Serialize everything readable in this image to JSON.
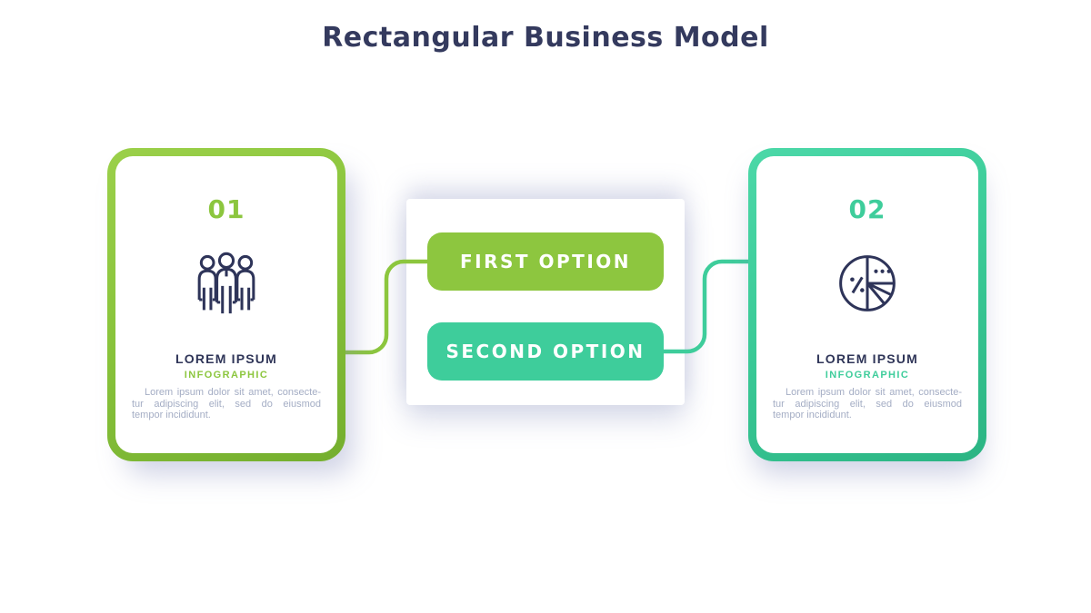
{
  "title": "Rectangular Business Model",
  "colors": {
    "green": "#8cc63e",
    "teal": "#3ecd9b",
    "navy": "#2e3459",
    "body_text": "#a4adc4"
  },
  "options": [
    {
      "label": "FIRST OPTION",
      "color": "#8dc63f"
    },
    {
      "label": "SECOND OPTION",
      "color": "#3ecd9b"
    }
  ],
  "cards": [
    {
      "number": "01",
      "icon": "team-icon",
      "heading": "LOREM IPSUM",
      "subheading": "INFOGRAPHIC",
      "body_lines": [
        "Lorem ipsum dolor sit amet, consecte-",
        "tur adipiscing elit, sed do eiusmod",
        "tempor incididunt."
      ]
    },
    {
      "number": "02",
      "icon": "pie-chart-icon",
      "heading": "LOREM IPSUM",
      "subheading": "INFOGRAPHIC",
      "body_lines": [
        "Lorem ipsum dolor sit amet, consecte-",
        "tur adipiscing elit, sed do eiusmod",
        "tempor incididunt."
      ]
    }
  ]
}
